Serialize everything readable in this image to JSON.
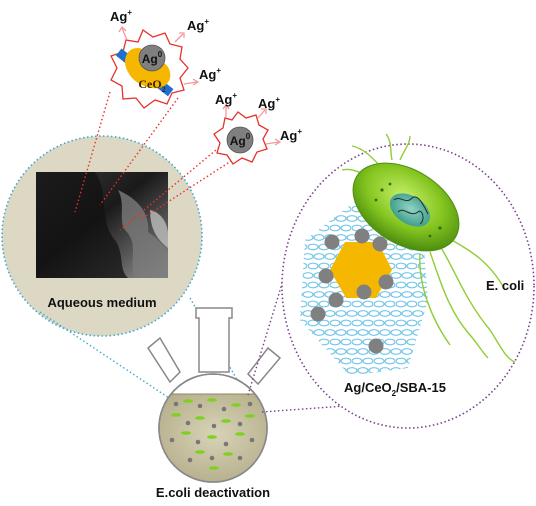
{
  "labels": {
    "aqueous_medium": "Aqueous medium",
    "ecoli_deactivation": "E.coli deactivation",
    "ecoli": "E. coli",
    "catalyst_main": "Ag/CeO",
    "catalyst_sub": "2",
    "catalyst_tail": "/SBA-15"
  },
  "particle_large": {
    "ag0_main": "Ag",
    "ag0_sup": "0",
    "ceo2_main": "CeO",
    "ceo2_sub": "2"
  },
  "particle_small": {
    "ag0_main": "Ag",
    "ag0_sup": "0"
  },
  "ions": {
    "ion_main": "Ag",
    "ion_sup": "+"
  },
  "colors": {
    "blue_dotted": "#3fa9d6",
    "red_dotted": "#e8312a",
    "purple_dotted": "#7a3f8e",
    "ceo2_yellow": "#f6b700",
    "sba_ring": "#7fd0ee",
    "ag_gray": "#808080",
    "bacterium_green": "#7fc31c",
    "liquid": "#c9c3a4"
  }
}
